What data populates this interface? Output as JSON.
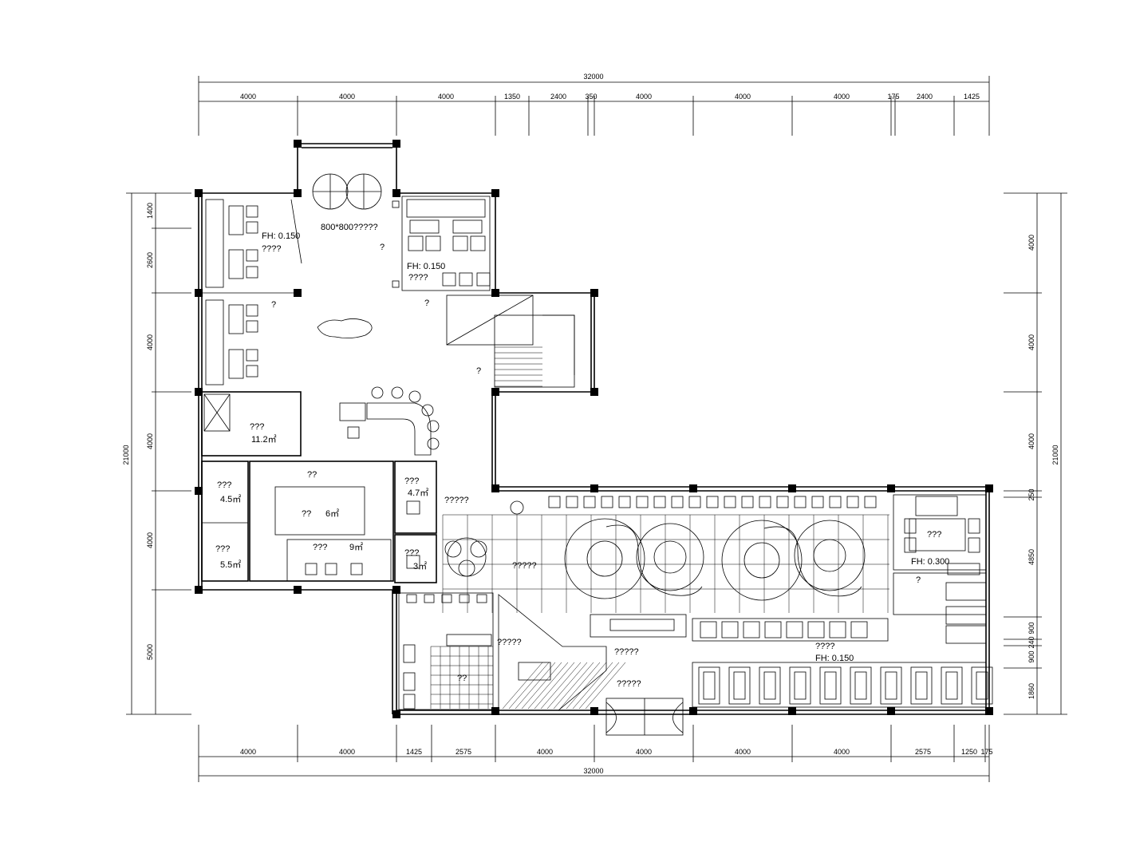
{
  "dimensions": {
    "top_total": "32000",
    "top_segments": [
      "4000",
      "4000",
      "4000",
      "1350",
      "2400",
      "350",
      "4000",
      "4000",
      "4000",
      "175",
      "2400",
      "1425"
    ],
    "bottom_total": "32000",
    "bottom_segments": [
      "4000",
      "4000",
      "1425",
      "2575",
      "4000",
      "4000",
      "4000",
      "4000",
      "2575",
      "1250",
      "175"
    ],
    "left_total": "21000",
    "left_segments": [
      "1400",
      "2600",
      "4000",
      "4000",
      "4000",
      "5000"
    ],
    "right_total": "21000",
    "right_segments": [
      "4000",
      "4000",
      "4000",
      "250",
      "4850",
      "900",
      "240",
      "900",
      "1860"
    ]
  },
  "labels": {
    "entrance_tile": "800*800?????",
    "fh_left": "FH: 0.150",
    "room_left": "????",
    "fh_vip": "FH: 0.150",
    "room_vip": "????",
    "q1": "?",
    "q2": "?",
    "q3": "?",
    "q4": "?",
    "office": "???",
    "office_area": "11.2㎡",
    "corridor": "??",
    "room_45": "???",
    "area_45": "4.5㎡",
    "room_55": "???",
    "area_55": "5.5㎡",
    "room_6": "??",
    "area_6": "6㎡",
    "room_9": "???",
    "area_9": "9㎡",
    "room_47": "???",
    "area_47": "4.7㎡",
    "room_3": "???",
    "area_3": "3㎡",
    "dining_a": "?????",
    "dining_b": "?????",
    "stair_lbl": "?????",
    "toilet_lbl": "??",
    "booth_lbl": "?????",
    "entry_lbl": "?????",
    "private_room": "???",
    "fh_right": "FH: 0.300",
    "small_q": "?",
    "booth_area": "????",
    "fh_booth": "FH: 0.150"
  }
}
